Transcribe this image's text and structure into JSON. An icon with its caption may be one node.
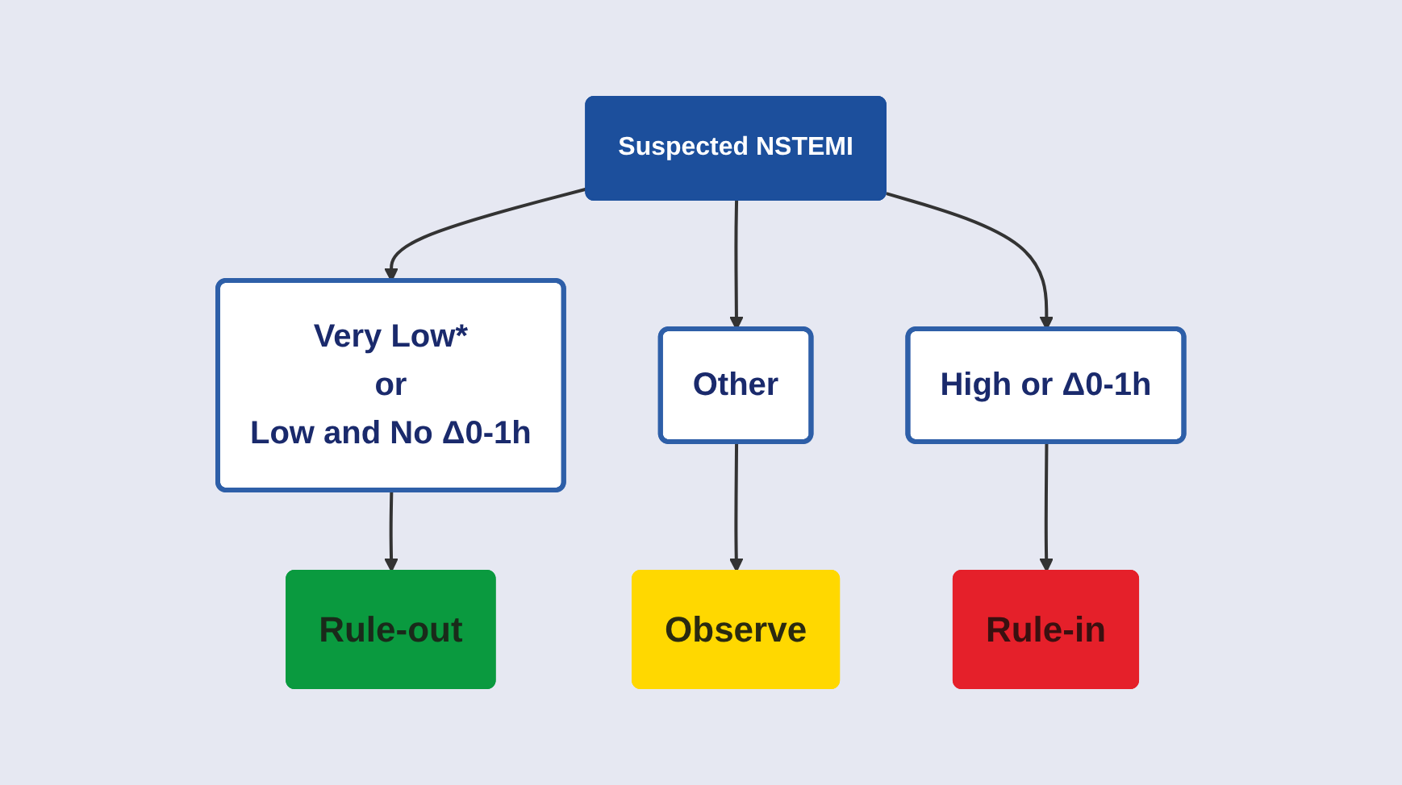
{
  "diagram": {
    "nodes": [
      {
        "text": [
          "Suspected NSTEMI"
        ]
      },
      {
        "text": [
          "Very Low*",
          "or",
          "Low and No Δ0-1h"
        ]
      },
      {
        "text": [
          "Other"
        ]
      },
      {
        "text": [
          "High or Δ0-1h"
        ]
      },
      {
        "text": [
          "Rule-out"
        ]
      },
      {
        "text": [
          "Observe"
        ]
      },
      {
        "text": [
          "Rule-in"
        ]
      }
    ],
    "edges": [
      {
        "from": 0,
        "to": 1,
        "arrow": "to"
      },
      {
        "from": 0,
        "to": 2,
        "arrow": "to"
      },
      {
        "from": 0,
        "to": 3,
        "arrow": "to"
      },
      {
        "from": 1,
        "to": 4,
        "arrow": "to"
      },
      {
        "from": 2,
        "to": 5,
        "arrow": "to"
      },
      {
        "from": 3,
        "to": 6,
        "arrow": "to"
      }
    ]
  }
}
